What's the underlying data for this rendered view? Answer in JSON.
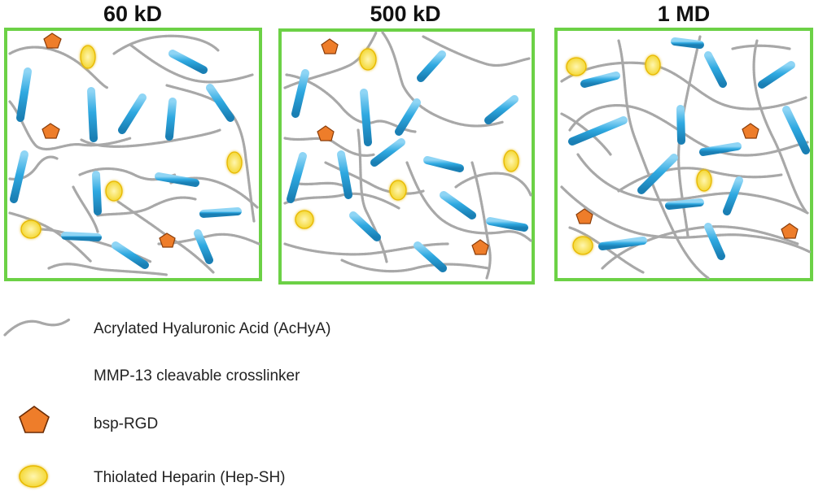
{
  "panels": [
    {
      "title": "60 kD"
    },
    {
      "title": "500 kD"
    },
    {
      "title": "1 MD"
    }
  ],
  "legend": [
    {
      "icon": "polymer-chain-icon",
      "label": "Acrylated Hyaluronic Acid (AcHyA)"
    },
    {
      "icon": "crosslinker-rod-icon",
      "label": "MMP-13 cleavable crosslinker"
    },
    {
      "icon": "pentagon-icon",
      "label": "bsp-RGD"
    },
    {
      "icon": "heparin-blob-icon",
      "label": "Thiolated Heparin (Hep-SH)"
    }
  ],
  "colors": {
    "panel_border": "#6cd146",
    "chain": "#a8a8a8",
    "crosslinker": "#2fa9e1",
    "crosslinker_light": "#8fd5f5",
    "rgd_fill": "#ee7d2a",
    "rgd_stroke": "#8a3d0a",
    "heparin": "#f2d21e",
    "heparin_glow": "#fff4a0"
  }
}
